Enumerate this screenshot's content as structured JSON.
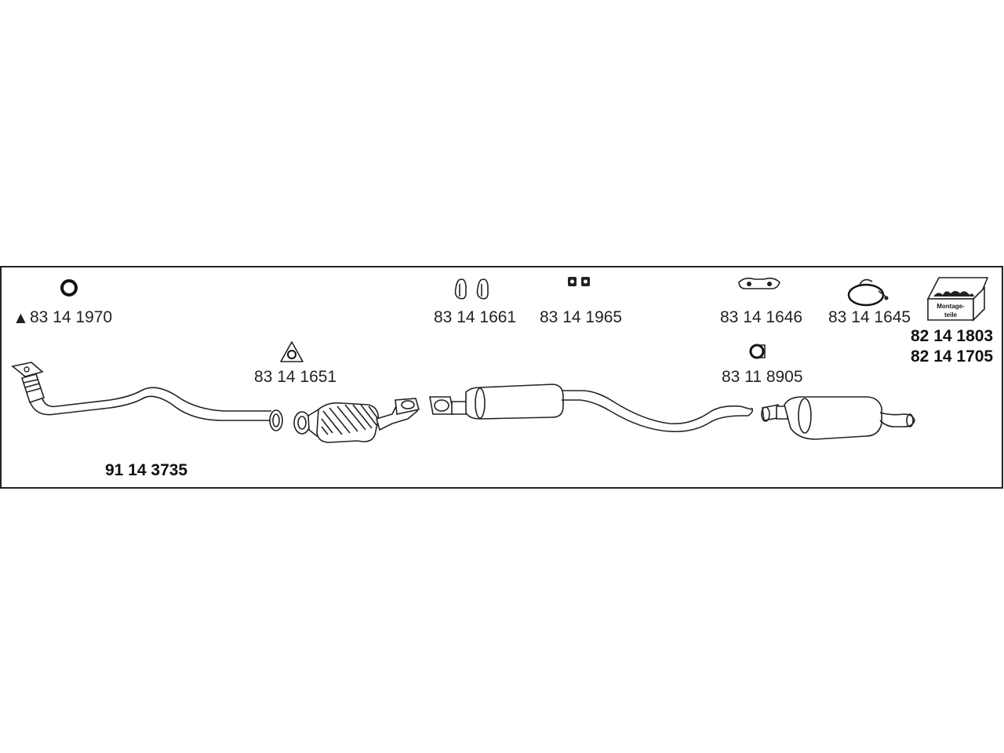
{
  "parts": {
    "p8314_1970": "83 14 1970",
    "p8314_1661": "83 14 1661",
    "p8314_1965": "83 14 1965",
    "p8314_1646": "83 14 1646",
    "p8314_1645": "83 14 1645",
    "p8314_1651": "83 14 1651",
    "p8311_8905": "83 11 8905",
    "p8214_1803": "82 14 1803",
    "p8214_1705": "82 14 1705",
    "p9114_3735": "91 14 3735"
  },
  "box_label_line1": "Montage-",
  "box_label_line2": "teile",
  "marker_symbol": "▲"
}
